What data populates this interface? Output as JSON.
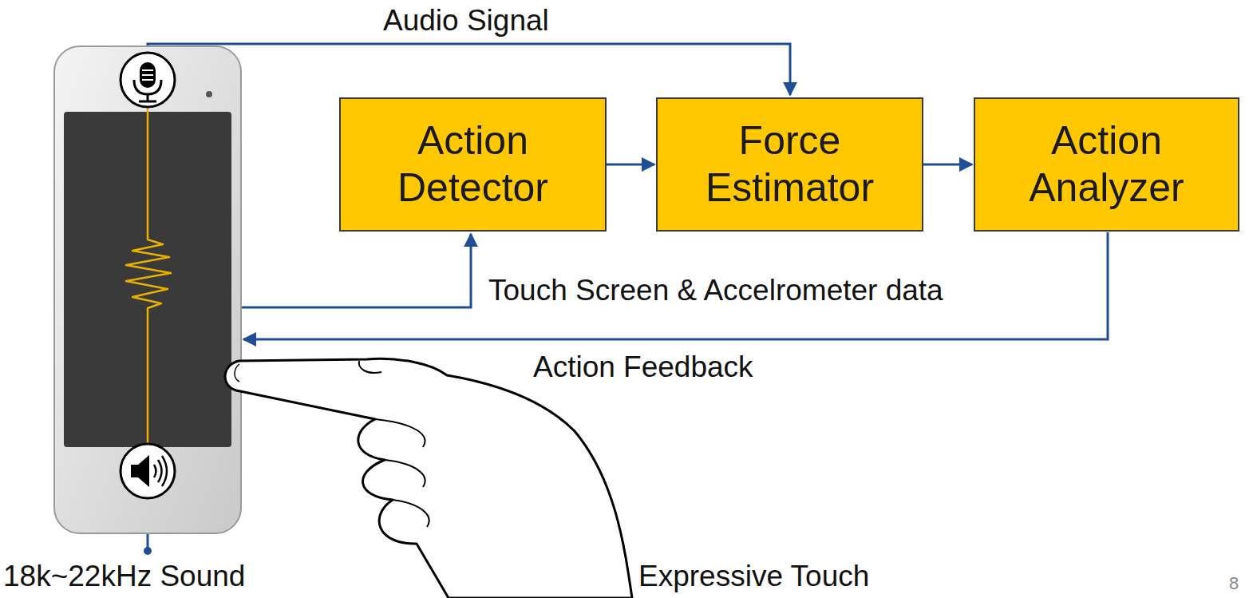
{
  "diagram": {
    "nodes": [
      {
        "text": [
          "Action Detector"
        ]
      },
      {
        "text": [
          "Force Estimator"
        ]
      },
      {
        "text": [
          "Action Analyzer"
        ]
      }
    ],
    "edges": [
      {
        "from": 0,
        "to": 1,
        "arrow": "to"
      },
      {
        "from": 1,
        "to": 2,
        "arrow": "to"
      }
    ],
    "labels": [
      "Audio Signal",
      "Touch Screen & Accelrometer data",
      "Action Feedback",
      "18k~22kHz Sound",
      "Expressive Touch",
      "8"
    ]
  }
}
